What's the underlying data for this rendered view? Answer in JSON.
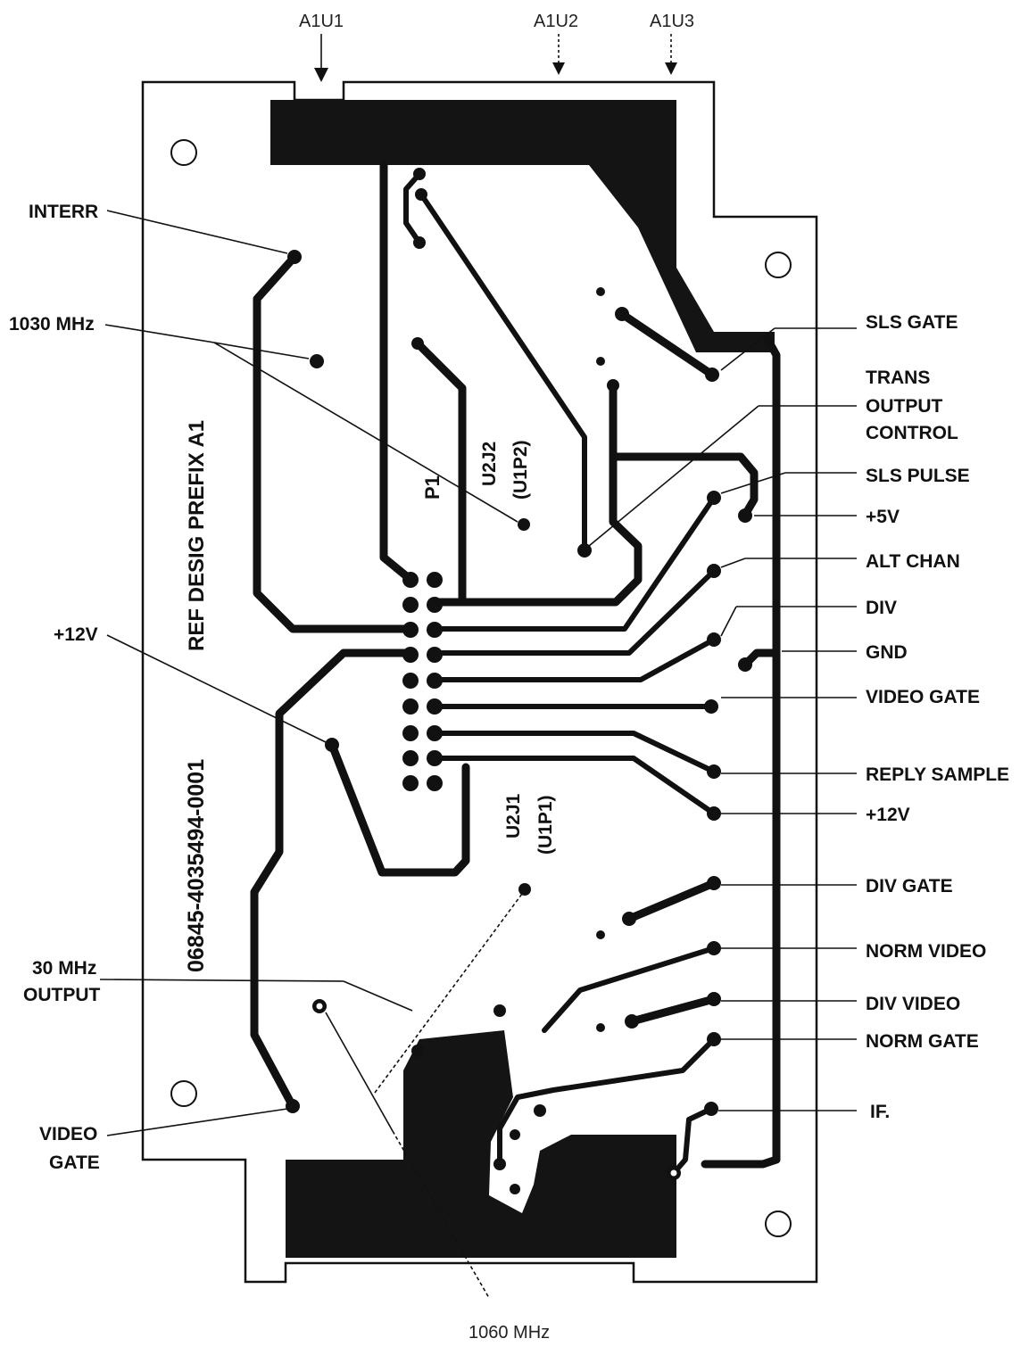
{
  "top_labels": [
    "A1U1",
    "A1U2",
    "A1U3"
  ],
  "bottom_label": "1060 MHz",
  "left_labels": {
    "interr": "INTERR",
    "mhz1030": "1030 MHz",
    "plus12v": "+12V",
    "mhz30_line1": "30 MHz",
    "mhz30_line2": "OUTPUT",
    "video_gate_line1": "VIDEO",
    "video_gate_line2": "GATE"
  },
  "right_labels": {
    "sls_gate": "SLS GATE",
    "trans_line1": "TRANS",
    "trans_line2": "OUTPUT",
    "trans_line3": "CONTROL",
    "sls_pulse": "SLS PULSE",
    "plus5v": "+5V",
    "alt_chan": "ALT CHAN",
    "div": "DIV",
    "gnd": "GND",
    "video_gate": "VIDEO GATE",
    "reply_sample": "REPLY SAMPLE",
    "plus12v": "+12V",
    "div_gate": "DIV GATE",
    "norm_video": "NORM VIDEO",
    "div_video": "DIV VIDEO",
    "norm_gate": "NORM GATE",
    "if": "IF."
  },
  "board_text": {
    "ref_desig": "REF DESIG PREFIX A1",
    "part_number": "06845-4035494-0001",
    "p1": "P1",
    "u2j2_line1": "U2J2",
    "u2j2_line2": "(U1P2)",
    "u2j1_line1": "U2J1",
    "u2j1_line2": "(U1P1)"
  }
}
